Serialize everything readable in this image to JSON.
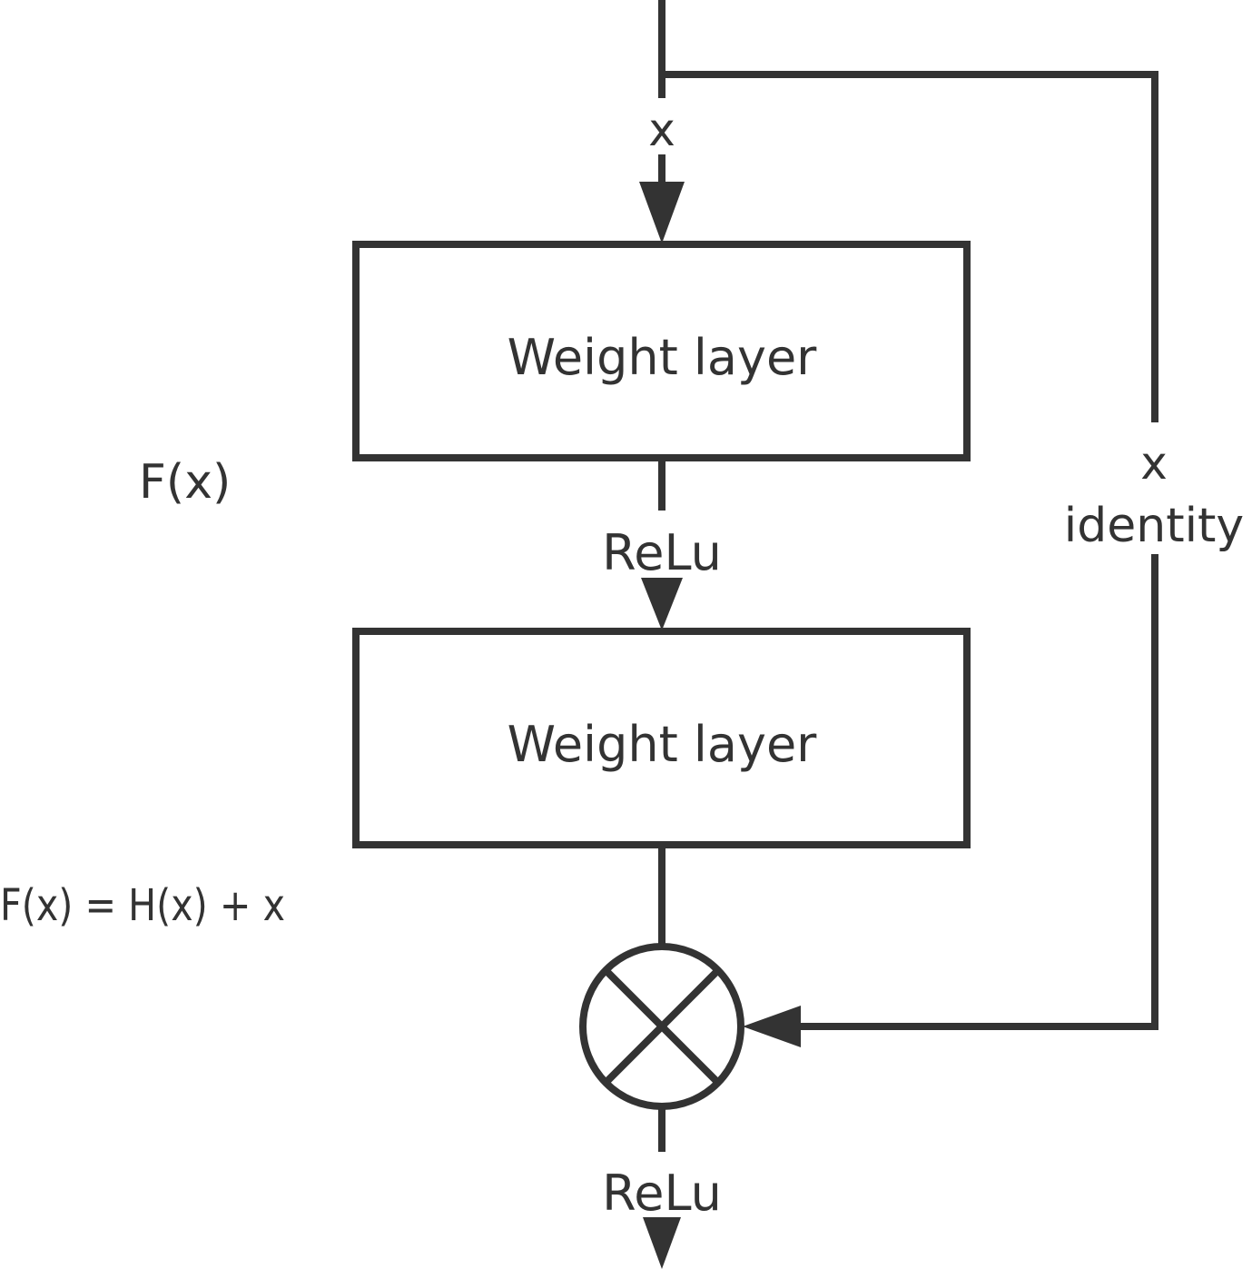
{
  "colors": {
    "stroke": "#333333",
    "background": "#ffffff"
  },
  "blocks": [
    {
      "label": "Weight layer"
    },
    {
      "label": "Weight layer"
    }
  ],
  "edges": {
    "input_label": "x",
    "relu_middle_label": "ReLu",
    "relu_output_label": "ReLu",
    "shortcut_label_var": "x",
    "shortcut_label_text": "identity"
  },
  "annotations": {
    "residual_function": "F(x)",
    "equation": "F(x) = H(x) + x"
  },
  "operator": {
    "icon": "circle-cross-icon"
  }
}
